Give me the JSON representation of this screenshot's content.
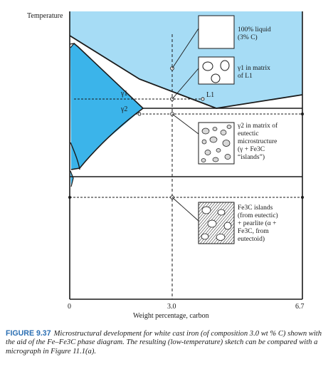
{
  "axes": {
    "y_label": "Temperature",
    "x_label": "Weight percentage, carbon",
    "x_ticks": [
      "0",
      "3.0",
      "6.7"
    ]
  },
  "regions": {
    "gamma1": "γ1",
    "gamma2": "γ2",
    "L1": "L1"
  },
  "annotations": [
    {
      "id": "liquid",
      "lines": [
        "100% liquid",
        "(3% C)"
      ]
    },
    {
      "id": "gamma1_matrix",
      "lines": [
        "γ1 in matrix",
        "of L1"
      ]
    },
    {
      "id": "gamma2_matrix",
      "lines": [
        "γ2 in matrix of",
        "eutectic",
        "microstructure",
        "(γ + Fe3C",
        "“islands”)"
      ]
    },
    {
      "id": "fe3c_islands",
      "lines": [
        "Fe3C islands",
        "(from eutectic)",
        "+ pearlite (α +",
        "Fe3C, from",
        "eutectoid)"
      ]
    }
  ],
  "caption": {
    "figure": "FIGURE 9.37",
    "text": "Microstructural development for white cast iron (of composition 3.0 wt % C) shown with the aid of the Fe–Fe3C phase diagram. The resulting (low-temperature) sketch can be compared with a micrograph in Figure 11.1(a)."
  },
  "colors": {
    "liquid": "#a6dcf5",
    "austenite": "#3bb4ea",
    "line": "#1a1a1a"
  }
}
